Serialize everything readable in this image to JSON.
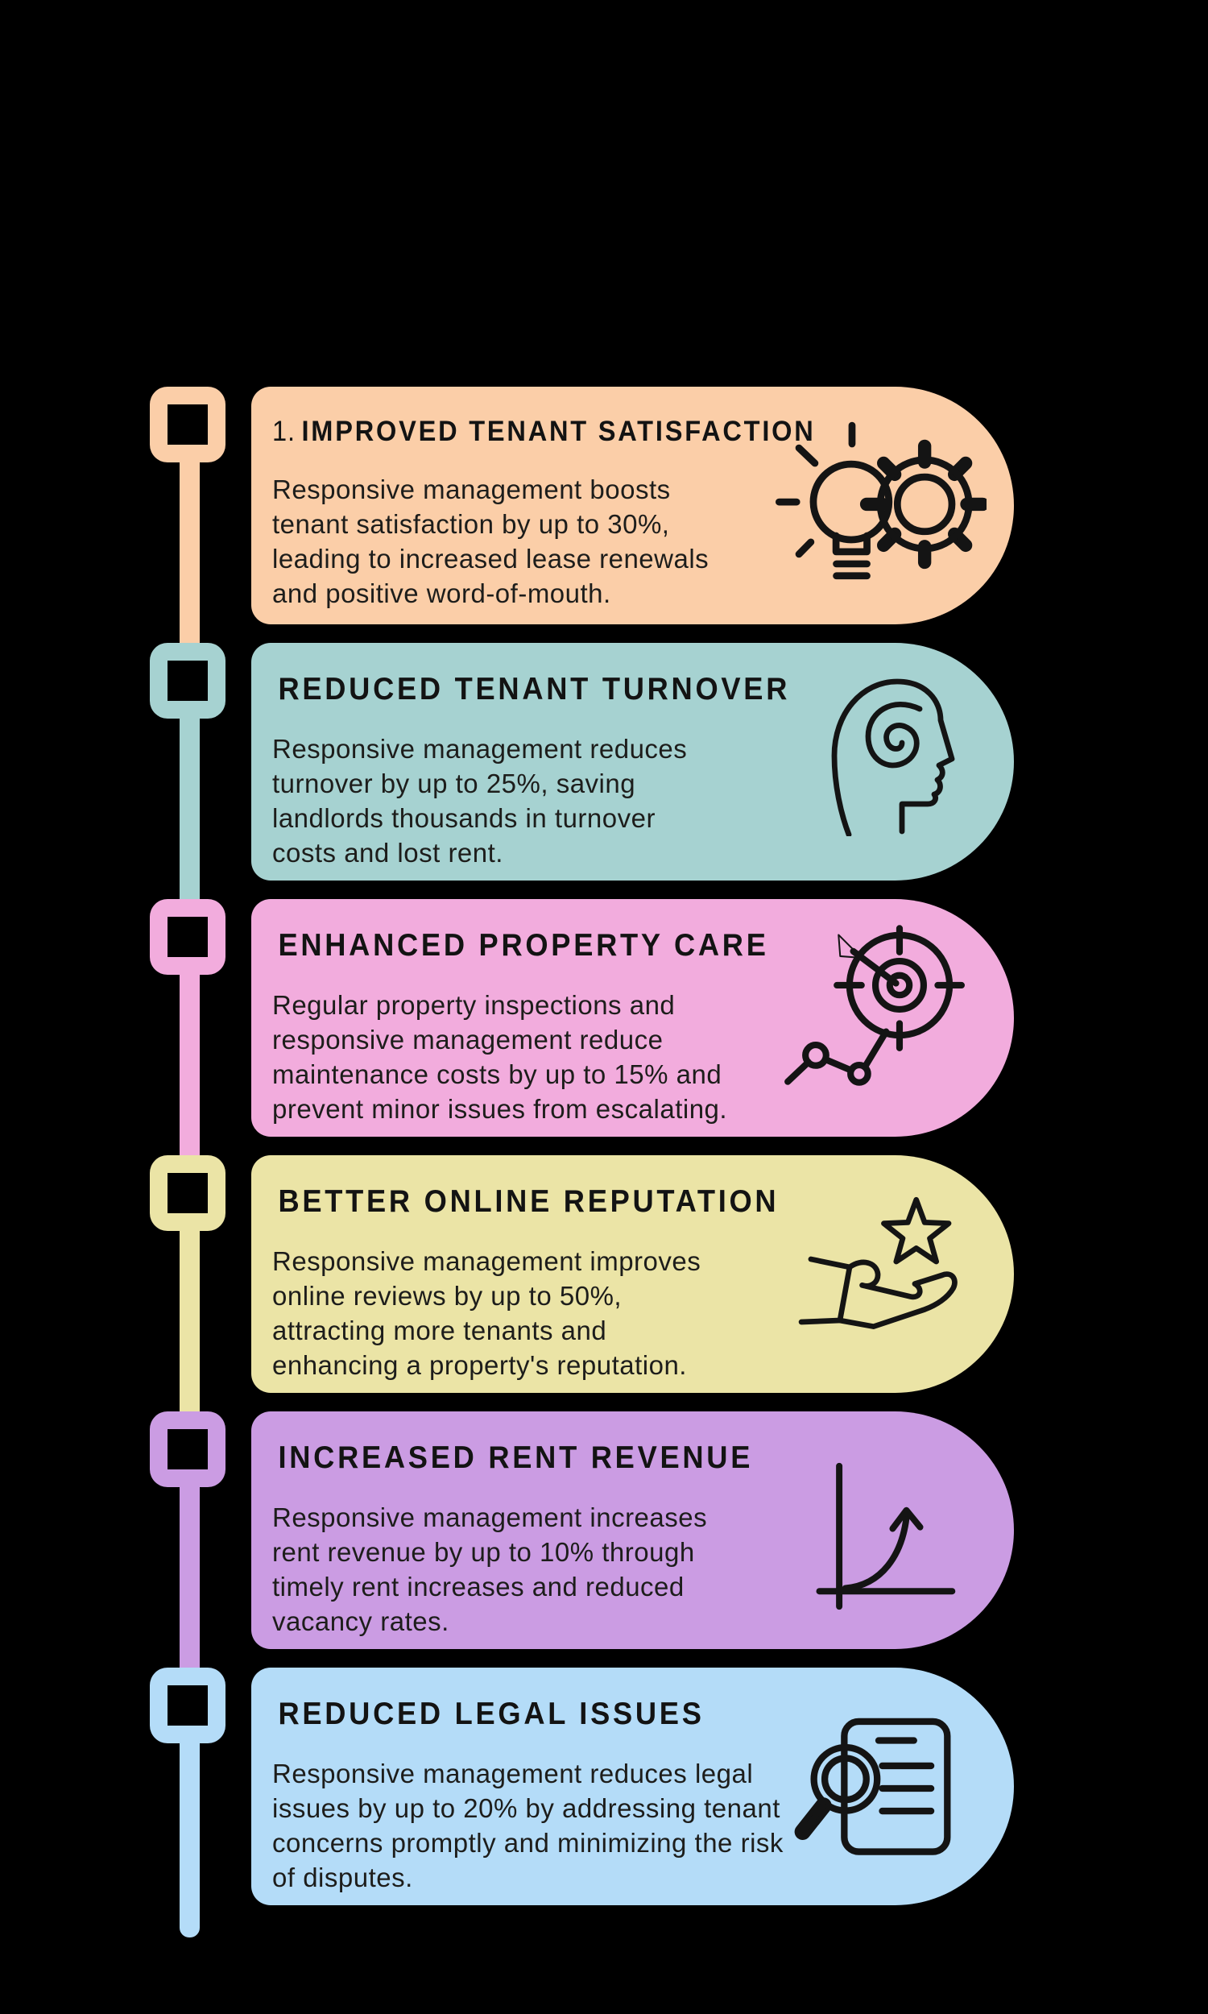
{
  "background": "#000000",
  "stroke_color": "#141414",
  "cards": [
    {
      "number_prefix": "1.",
      "title": "IMPROVED TENANT SATISFACTION",
      "body_lines": [
        "Responsive management boosts",
        "tenant satisfaction by up to 30%,",
        "leading to increased lease renewals",
        "and positive word-of-mouth."
      ],
      "color": "#FBCEA8",
      "icon": "lightbulb-gear-icon"
    },
    {
      "number_prefix": "",
      "title": "REDUCED TENANT TURNOVER",
      "body_lines": [
        "Responsive management reduces",
        "turnover by up to 25%, saving",
        "landlords thousands in turnover",
        "costs and lost rent."
      ],
      "color": "#A6D2D1",
      "icon": "head-spiral-icon"
    },
    {
      "number_prefix": "",
      "title": "ENHANCED PROPERTY CARE",
      "body_lines": [
        "Regular property inspections and",
        "responsive management reduce",
        "maintenance costs by up to 15% and",
        "prevent minor issues from escalating."
      ],
      "color": "#F2ACDD",
      "icon": "target-arrow-chart-icon"
    },
    {
      "number_prefix": "",
      "title": "BETTER ONLINE REPUTATION",
      "body_lines": [
        "Responsive management improves",
        "online reviews by up to 50%,",
        "attracting more tenants and",
        "enhancing a property's reputation."
      ],
      "color": "#EBE4A6",
      "icon": "hand-star-icon"
    },
    {
      "number_prefix": "",
      "title": "INCREASED RENT REVENUE",
      "body_lines": [
        "Responsive management increases",
        "rent revenue by up to 10% through",
        "timely rent increases and reduced",
        "vacancy rates."
      ],
      "color": "#CB9CE3",
      "icon": "growth-arrow-icon"
    },
    {
      "number_prefix": "",
      "title": "REDUCED LEGAL ISSUES",
      "body_lines": [
        "Responsive management reduces legal",
        "issues by up to 20% by addressing tenant",
        "concerns promptly and minimizing the risk",
        "of disputes."
      ],
      "color": "#B4DCF8",
      "icon": "document-magnifier-icon"
    }
  ]
}
